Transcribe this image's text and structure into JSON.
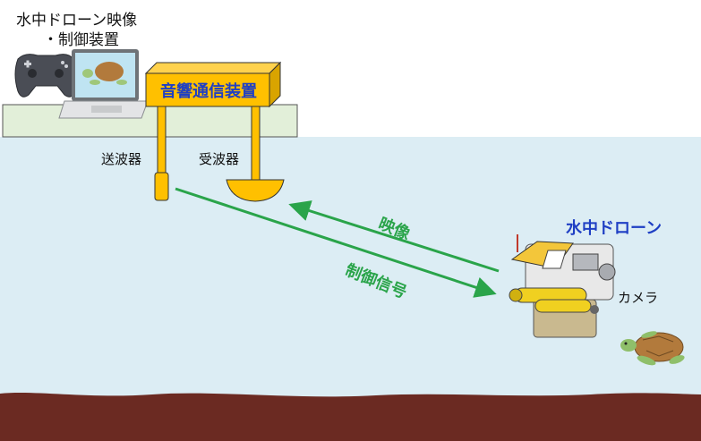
{
  "labels": {
    "title_line1": "水中ドローン映像",
    "title_line2": "・制御装置",
    "device": "音響通信装置",
    "sender": "送波器",
    "receiver": "受波器",
    "video": "映像",
    "control": "制御信号",
    "drone": "水中ドローン",
    "camera": "カメラ"
  },
  "icons": [
    "game-controller-icon",
    "laptop-icon",
    "sea-turtle-icon",
    "underwater-drone-icon"
  ],
  "colors": {
    "water": "#dcedf4",
    "seabed": "#6b2a22",
    "device_fill": "#ffc000",
    "device_text": "#1f3fc4",
    "arrow": "#2aa44a",
    "drone_title": "#1f3fc4",
    "platform": "#e2efd9"
  }
}
